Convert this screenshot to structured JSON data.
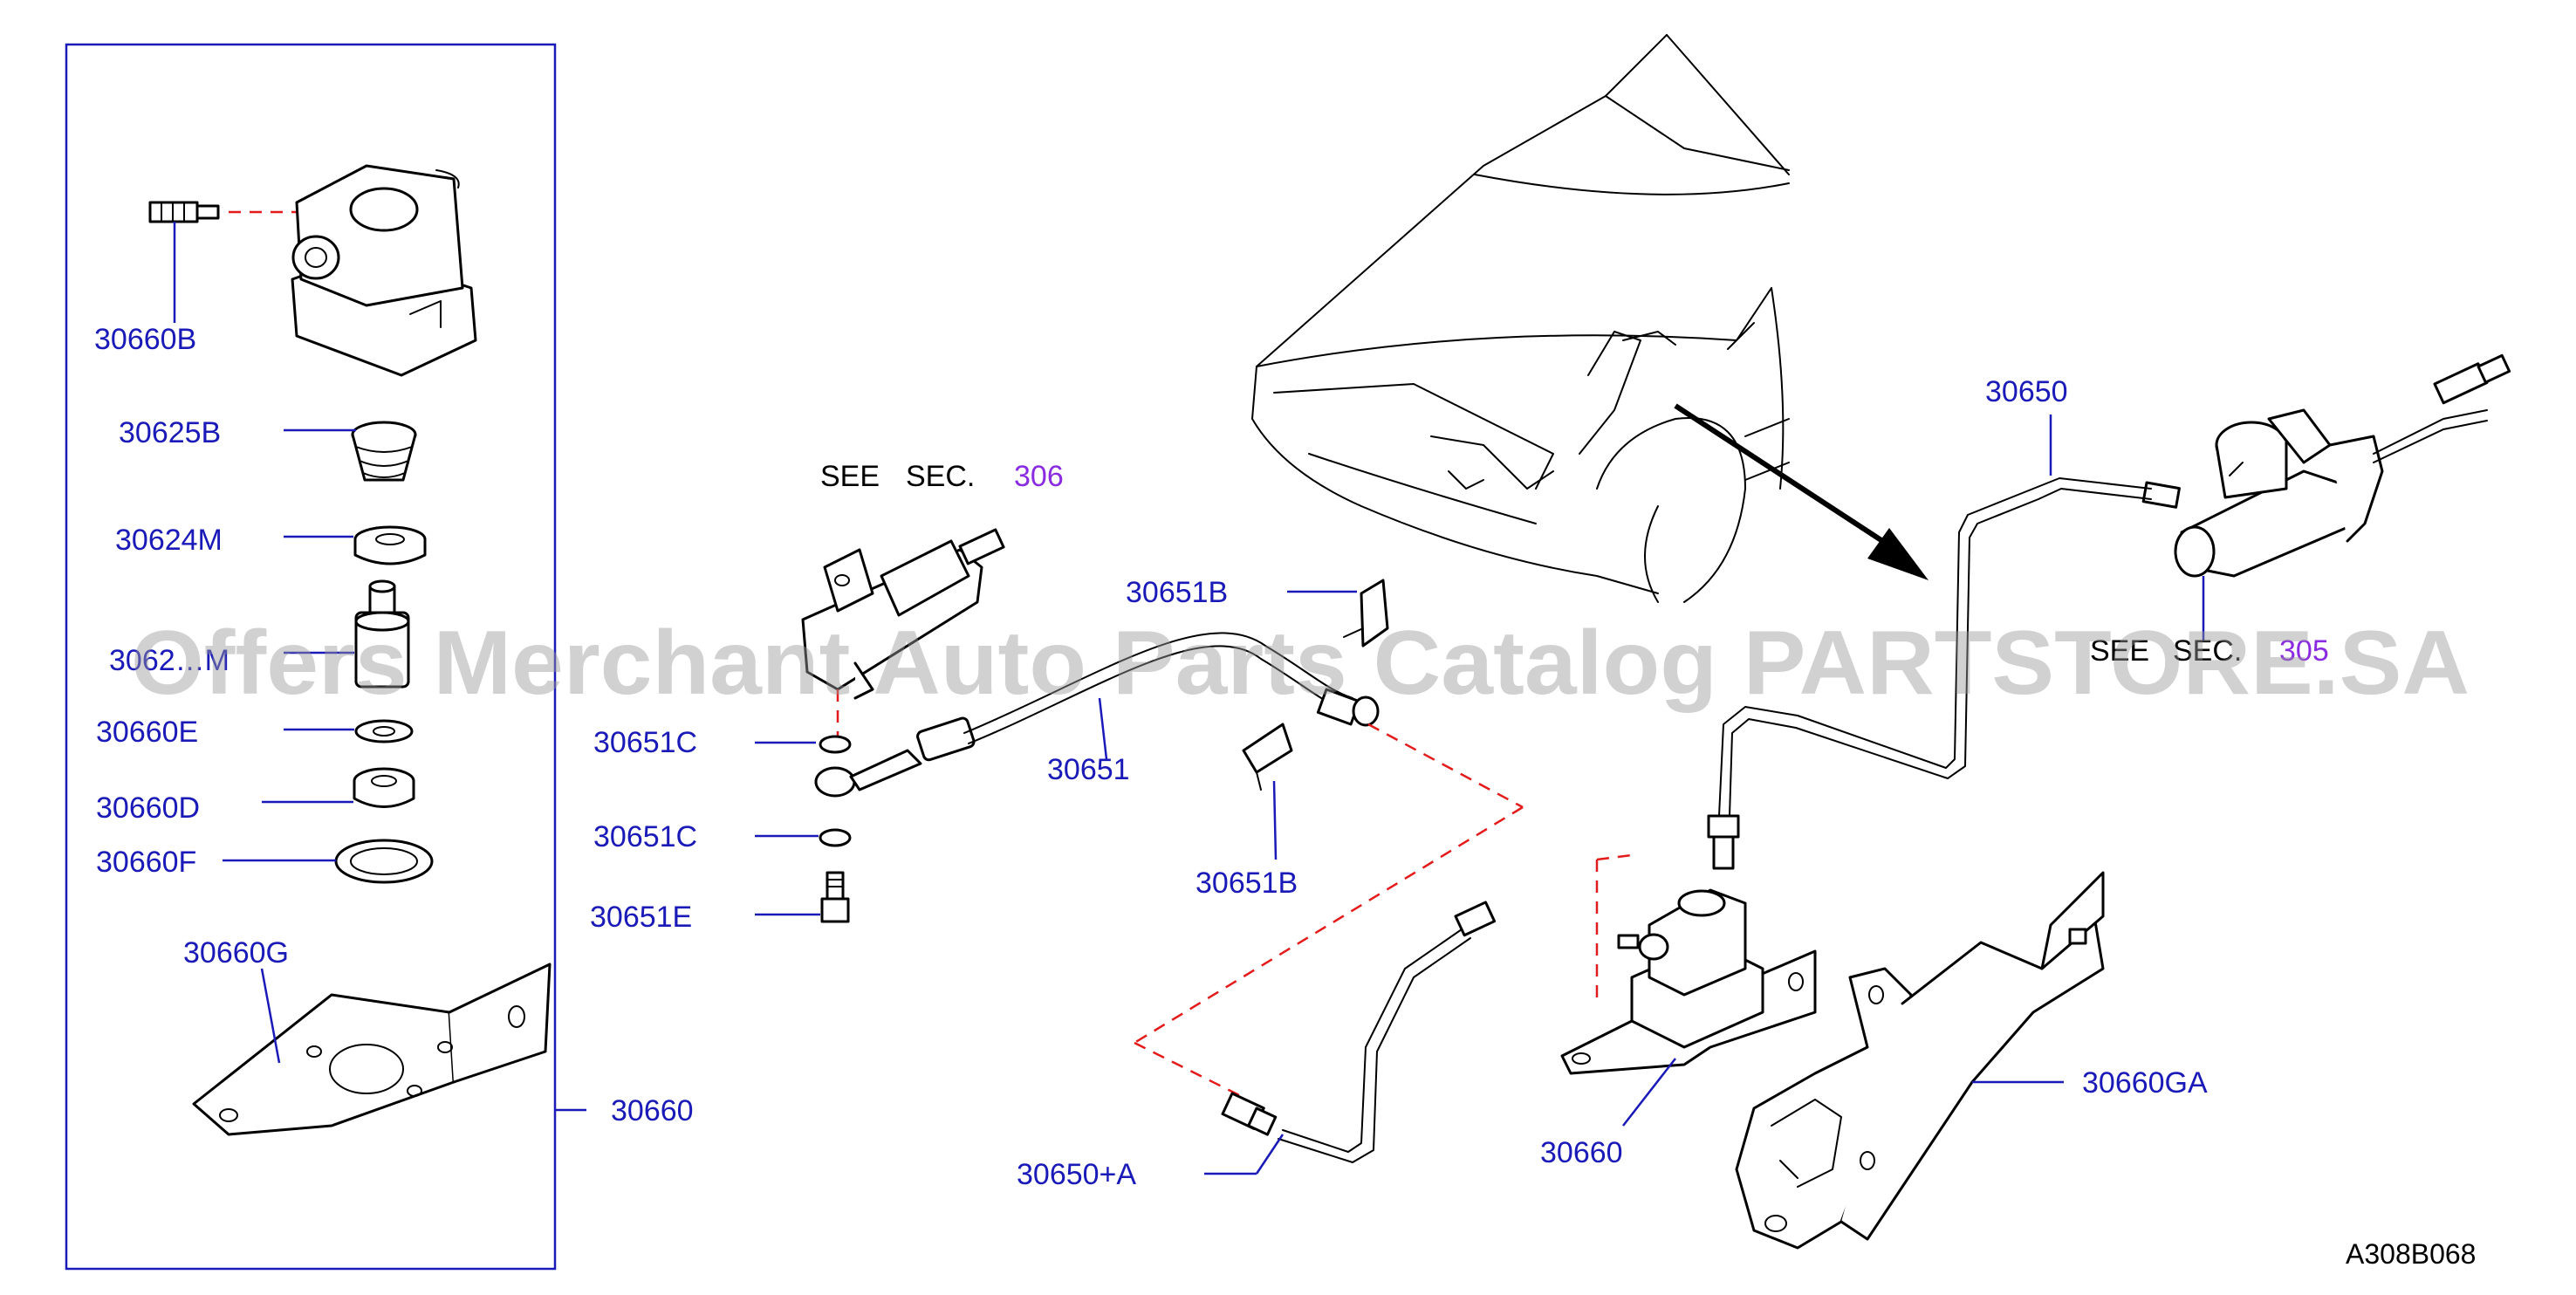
{
  "diagram": {
    "callouts": {
      "p30660B": "30660B",
      "p30625B": "30625B",
      "p30624M": "30624M",
      "p3062x": "3062…M",
      "p30660E": "30660E",
      "p30660D": "30660D",
      "p30660F": "30660F",
      "p30660G": "30660G",
      "p30660_box": "30660",
      "p30651C_a": "30651C",
      "p30651C_b": "30651C",
      "p30651E": "30651E",
      "p30651B_a": "30651B",
      "p30651": "30651",
      "p30651B_b": "30651B",
      "p30650A": "30650+A",
      "p30660_main": "30660",
      "p30650": "30650",
      "p30660GA": "30660GA"
    },
    "see_sections": {
      "left": {
        "see": "SEE",
        "sec": "SEC.",
        "num": "306"
      },
      "right": {
        "see": "SEE",
        "sec": "SEC.",
        "num": "305"
      }
    },
    "drawing_code": "A308B068",
    "watermark": "Offers Merchant Auto Parts Catalog PARTSTORE.SA",
    "colors": {
      "callout": "#1a1ab8",
      "section_number": "#8a2be2",
      "hidden_line": "#e31b1b",
      "line_art": "#000000"
    }
  }
}
